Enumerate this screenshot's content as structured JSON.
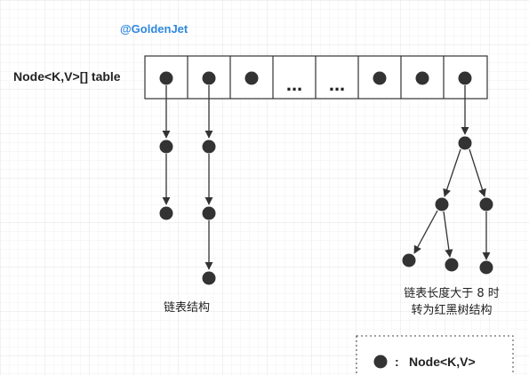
{
  "watermark": "@GoldenJet",
  "table_label": "Node<K,V>[] table",
  "ellipsis": "...",
  "list_caption": "链表结构",
  "tree_caption_line1": "链表长度大于 8 时",
  "tree_caption_line2": "转为红黑树结构",
  "legend_sep": ":",
  "legend_label": "Node<K,V>",
  "colors": {
    "node": "#333333",
    "line": "#333333",
    "watermark": "#2f88e0",
    "grid": "#e8e8e8"
  }
}
